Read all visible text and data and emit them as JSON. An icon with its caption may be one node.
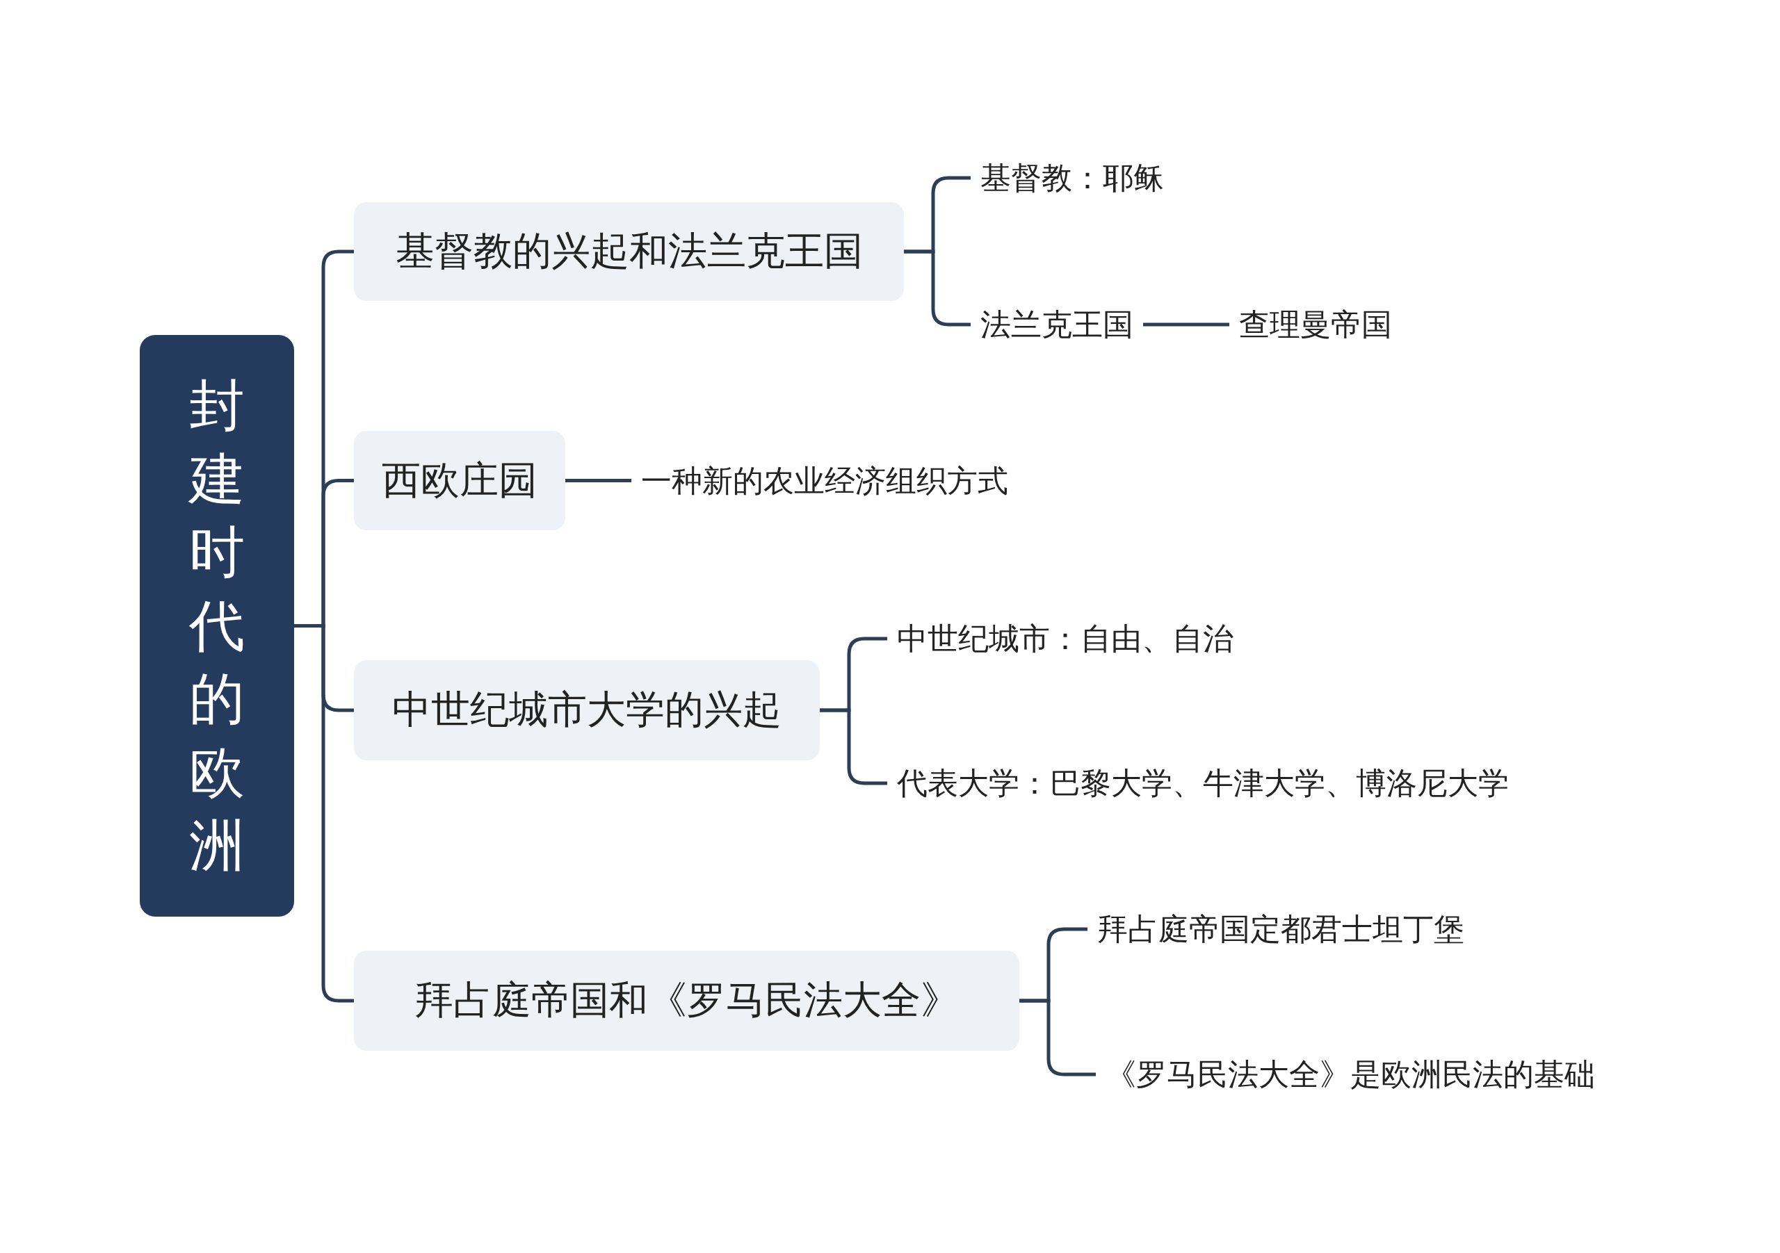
{
  "diagram": {
    "nodes": [
      {
        "text": [
          "封建时代的欧洲"
        ]
      },
      {
        "text": [
          "基督教的兴起和法兰克王国"
        ]
      },
      {
        "text": [
          "西欧庄园"
        ]
      },
      {
        "text": [
          "中世纪城市大学的兴起"
        ]
      },
      {
        "text": [
          "拜占庭帝国和《罗马民法大全》"
        ]
      },
      {
        "text": [
          "基督教：耶稣"
        ]
      },
      {
        "text": [
          "法兰克王国"
        ]
      },
      {
        "text": [
          "查理曼帝国"
        ]
      },
      {
        "text": [
          "一种新的农业经济组织方式"
        ]
      },
      {
        "text": [
          "中世纪城市：自由、自治"
        ]
      },
      {
        "text": [
          "代表大学：巴黎大学、牛津大学、博洛尼大学"
        ]
      },
      {
        "text": [
          "拜占庭帝国定都君士坦丁堡"
        ]
      },
      {
        "text": [
          "《罗马民法大全》是欧洲民法的基础"
        ]
      }
    ],
    "edges": [
      {
        "from": 0,
        "to": 1,
        "arrow": "none"
      },
      {
        "from": 0,
        "to": 2,
        "arrow": "none"
      },
      {
        "from": 0,
        "to": 3,
        "arrow": "none"
      },
      {
        "from": 0,
        "to": 4,
        "arrow": "none"
      },
      {
        "from": 1,
        "to": 5,
        "arrow": "none"
      },
      {
        "from": 1,
        "to": 6,
        "arrow": "none"
      },
      {
        "from": 6,
        "to": 7,
        "arrow": "none"
      },
      {
        "from": 2,
        "to": 8,
        "arrow": "none"
      },
      {
        "from": 3,
        "to": 9,
        "arrow": "none"
      },
      {
        "from": 3,
        "to": 10,
        "arrow": "none"
      },
      {
        "from": 4,
        "to": 11,
        "arrow": "none"
      },
      {
        "from": 4,
        "to": 12,
        "arrow": "none"
      }
    ]
  }
}
